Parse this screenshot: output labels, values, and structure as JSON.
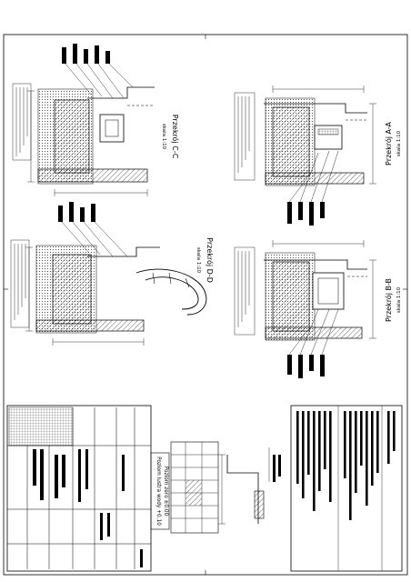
{
  "sheet": {
    "rotation": "90deg",
    "background": "#ffffff",
    "line_color": "#000000",
    "hatch_color": "#000000"
  },
  "sections": {
    "aa": {
      "title": "Przekrój A-A",
      "scale": "skala 1:10"
    },
    "bb": {
      "title": "Przekrój B-B",
      "scale": "skala 1:10"
    },
    "cc": {
      "title": "Przekrój C-C",
      "scale": "skala 1:10"
    },
    "dd": {
      "title": "Przekrój D-D",
      "scale": "skala 1:10"
    }
  },
  "notes": {
    "level_water": "Poziom lustra wody +0.10",
    "level_zero": "Poziom zero ±0.00"
  }
}
